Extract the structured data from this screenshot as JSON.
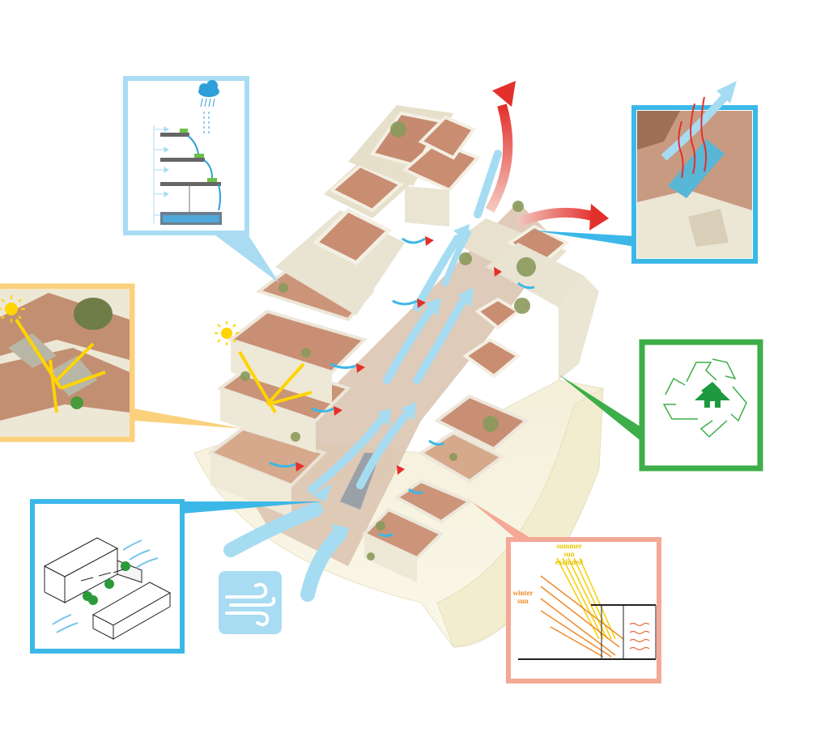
{
  "colors": {
    "background": "#ffffff",
    "rain_callout": "#a9dcf3",
    "sun_callout": "#fbd17e",
    "ventilation_callout": "#3cb8e8",
    "thermal_callout": "#3cb8e8",
    "recycle_callout": "#3dae49",
    "shading_callout": "#f5a896",
    "wind_badge": "#a8dcf2",
    "airflow_cool": "#a6dcf2",
    "airflow_hot": "#e3302b",
    "sun": "#ffd400"
  },
  "icons": {
    "rain": "cloud-rain-icon",
    "sun": "sun-icon",
    "wind": "wind-icon",
    "recycle": "recycle-house-icon",
    "tree": "tree-icon"
  },
  "shading_diagram": {
    "summer_label_1": "summer",
    "summer_label_2": "sun",
    "summer_label_3": "excluded",
    "winter_label_1": "winter",
    "winter_label_2": "sun"
  }
}
